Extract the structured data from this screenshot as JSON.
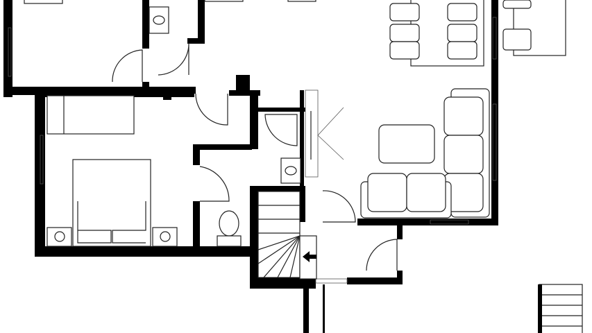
{
  "plan": {
    "type": "floor-plan",
    "colors": {
      "walls": "#000000",
      "background": "#ffffff",
      "furniture_stroke": "#222222"
    },
    "rooms": [
      "bedroom-top-left",
      "bathroom-top",
      "bedroom-double",
      "bathroom-shower",
      "stairs",
      "living-dining",
      "hall",
      "exterior-stairs"
    ]
  }
}
